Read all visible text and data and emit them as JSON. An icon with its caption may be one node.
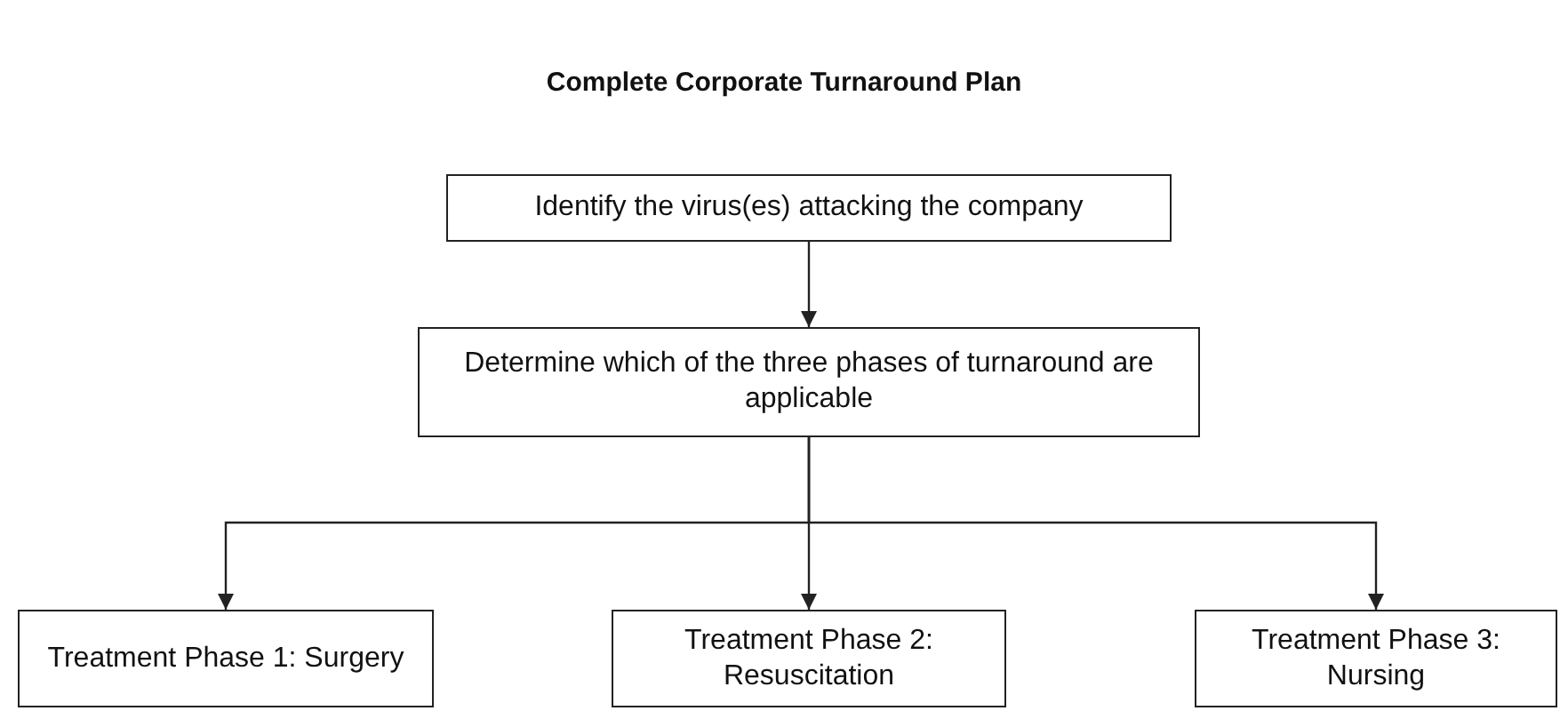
{
  "diagram": {
    "title": "Complete Corporate Turnaround Plan",
    "nodes": [
      {
        "text": [
          "Identify the virus(es) attacking the company"
        ]
      },
      {
        "text": [
          "Determine which of the three phases of turnaround are applicable"
        ]
      },
      {
        "text": [
          "Treatment Phase 1: Surgery"
        ]
      },
      {
        "text": [
          "Treatment Phase 2: Resuscitation"
        ]
      },
      {
        "text": [
          "Treatment Phase 3: Nursing"
        ]
      }
    ],
    "edges": [
      {
        "from": 0,
        "to": 1,
        "arrow": "to"
      },
      {
        "from": 1,
        "to": 2,
        "arrow": "to"
      },
      {
        "from": 1,
        "to": 3,
        "arrow": "to"
      },
      {
        "from": 1,
        "to": 4,
        "arrow": "to"
      }
    ]
  }
}
